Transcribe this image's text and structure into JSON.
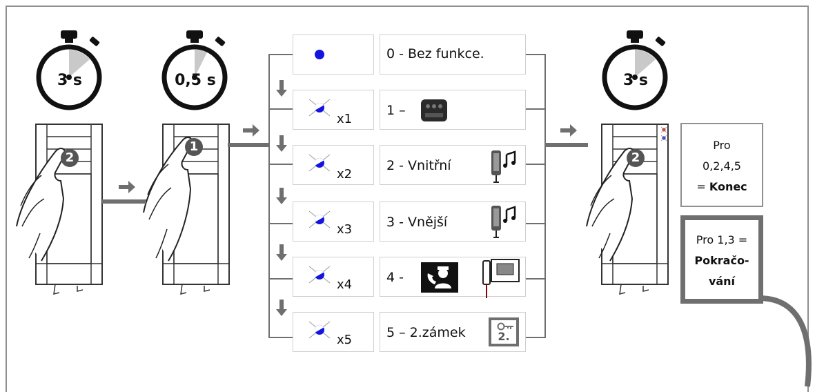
{
  "timers": [
    {
      "label": "3 s"
    },
    {
      "label": "0,5 s"
    },
    {
      "label": "3 s"
    }
  ],
  "keys": {
    "key2": "2",
    "key1": "1"
  },
  "modes": [
    {
      "number": "",
      "text": "0 - Bez funkce."
    },
    {
      "number": "x1",
      "text": "1 –"
    },
    {
      "number": "x2",
      "text": "2 - Vnitřní"
    },
    {
      "number": "x3",
      "text": "3 - Vnější"
    },
    {
      "number": "x4",
      "text": "4 -"
    },
    {
      "number": "x5",
      "text": "5 – 2.zámek"
    }
  ],
  "lock_badge": "2.",
  "end_box": {
    "line1": "Pro",
    "line2": "0,2,4,5",
    "line3_prefix": "= ",
    "line3_bold": "Konec"
  },
  "continue_box": {
    "line1": "Pro 1,3 =",
    "line2": "Pokračo-",
    "line3": "vání"
  },
  "colors": {
    "led_blue": "#1414e0",
    "arrow_gray": "#6f6f6f",
    "frame_gray": "#8f8f8f",
    "dark_gray": "#666666"
  }
}
